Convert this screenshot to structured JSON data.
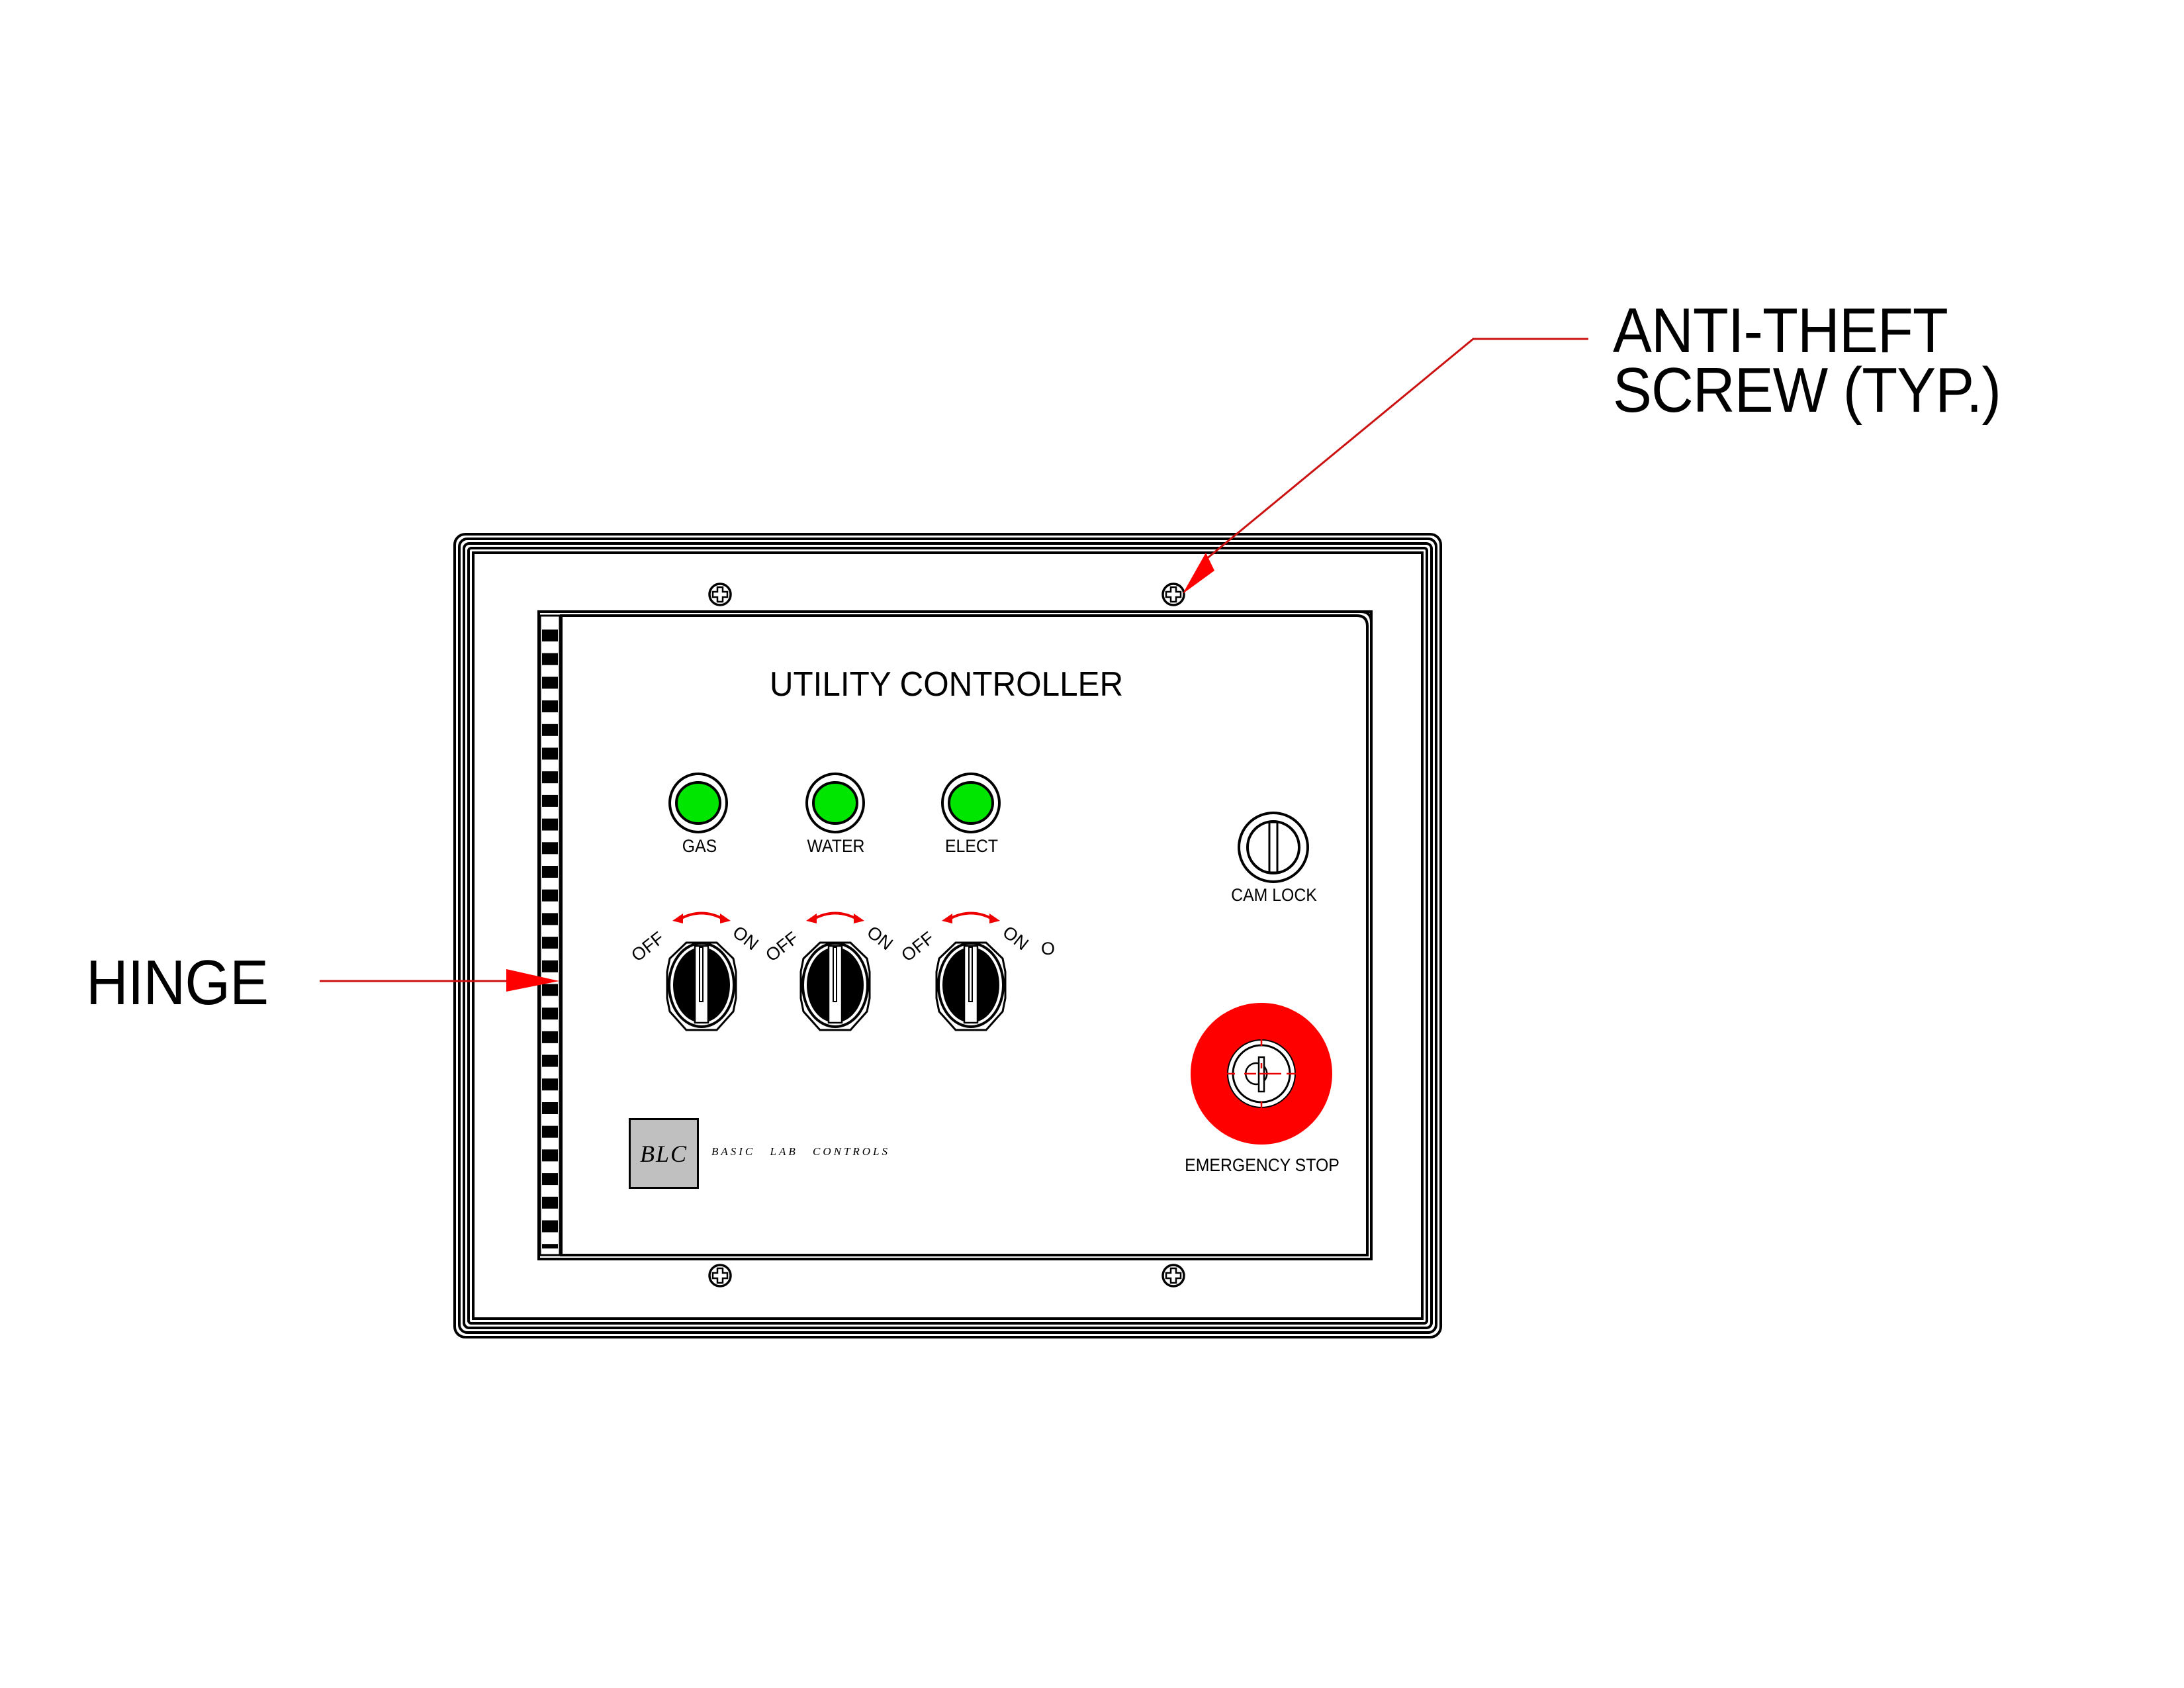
{
  "callouts": {
    "anti_theft_line1": "ANTI-THEFT",
    "anti_theft_line2": "SCREW (TYP.)",
    "hinge": "HINGE"
  },
  "panel": {
    "title": "UTILITY CONTROLLER",
    "indicators": [
      {
        "label": "GAS",
        "color": "#00e600"
      },
      {
        "label": "WATER",
        "color": "#00e600"
      },
      {
        "label": "ELECT",
        "color": "#00e600"
      }
    ],
    "switches": [
      {
        "off_label": "OFF",
        "on_label": "ON"
      },
      {
        "off_label": "OFF",
        "on_label": "ON"
      },
      {
        "off_label": "OFF",
        "on_label": "ON",
        "extra_label": "O"
      }
    ],
    "cam_lock_label": "CAM LOCK",
    "emergency_stop_label": "EMERGENCY STOP",
    "emergency_stop_color": "#ff0000",
    "logo_initials": "BLC",
    "logo_text": "BASIC LAB CONTROLS"
  },
  "colors": {
    "leader": "#cc1111",
    "arrowhead": "#ff0000",
    "logo_fill": "#c0c0c0"
  }
}
